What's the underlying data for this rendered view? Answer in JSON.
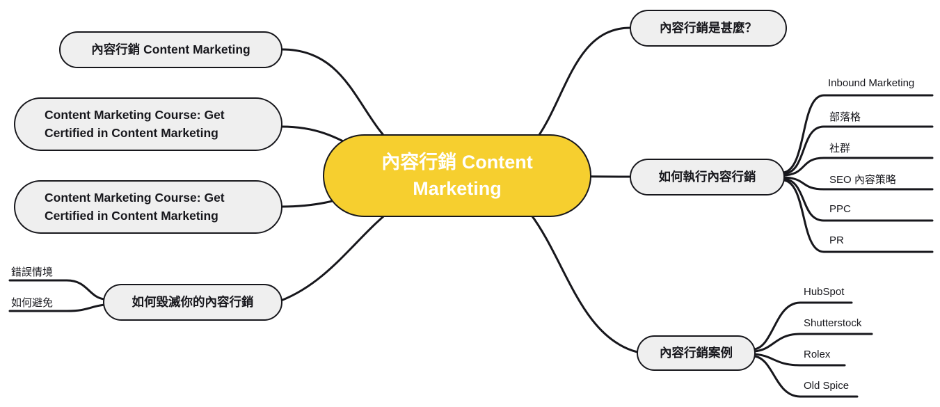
{
  "center": {
    "label": "內容行銷 Content Marketing"
  },
  "left": {
    "nodes": [
      {
        "label": "內容行銷 Content Marketing"
      },
      {
        "label": "Content Marketing Course: Get Certified in Content Marketing"
      },
      {
        "label": "Content Marketing Course: Get Certified in Content Marketing"
      },
      {
        "label": "如何毀滅你的內容行銷",
        "children": [
          "錯誤情境",
          "如何避免"
        ]
      }
    ]
  },
  "right": {
    "nodes": [
      {
        "label": "內容行銷是甚麼？"
      },
      {
        "label": "如何執行內容行銷",
        "children": [
          "Inbound Marketing",
          "部落格",
          "社群",
          "SEO 內容策略",
          "PPC",
          "PR"
        ]
      },
      {
        "label": "內容行銷案例",
        "children": [
          "HubSpot",
          "Shutterstock",
          "Rolex",
          "Old Spice"
        ]
      }
    ]
  },
  "colors": {
    "center_bg": "#f6cf2f",
    "node_bg": "#efefef",
    "stroke": "#17171c",
    "center_text": "#ffffff"
  }
}
